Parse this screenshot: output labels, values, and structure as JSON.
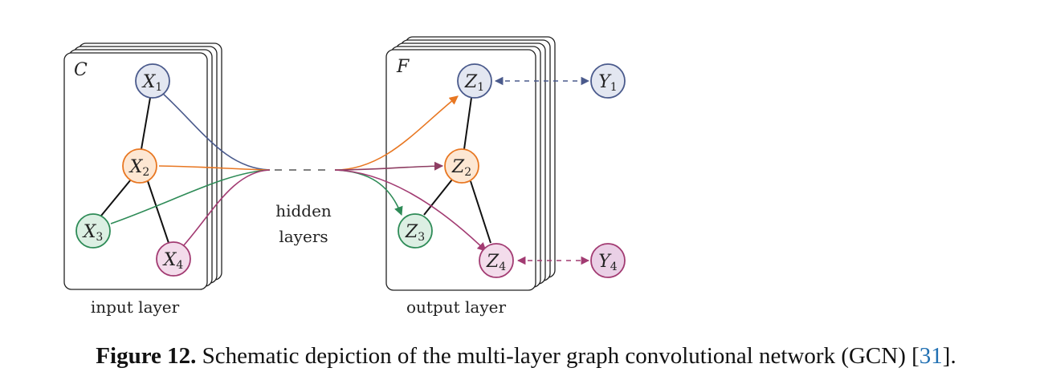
{
  "colors": {
    "x1": "#4a5a8c",
    "x1_fill": "#e3e7f1",
    "x2": "#e87722",
    "x2_fill": "#fde7d3",
    "x3": "#2e8b57",
    "x3_fill": "#dcefe3",
    "x4": "#a23b72",
    "x4_fill": "#f3dceb",
    "z2_to_z2": "#8e3e63"
  },
  "input_panel": {
    "letter": "C",
    "caption": "input layer"
  },
  "output_panel": {
    "letter": "F",
    "caption": "output layer"
  },
  "hidden": {
    "line1": "hidden",
    "line2": "layers"
  },
  "nodes": {
    "x1": {
      "base": "X",
      "sub": "1"
    },
    "x2": {
      "base": "X",
      "sub": "2"
    },
    "x3": {
      "base": "X",
      "sub": "3"
    },
    "x4": {
      "base": "X",
      "sub": "4"
    },
    "z1": {
      "base": "Z",
      "sub": "1"
    },
    "z2": {
      "base": "Z",
      "sub": "2"
    },
    "z3": {
      "base": "Z",
      "sub": "3"
    },
    "z4": {
      "base": "Z",
      "sub": "4"
    },
    "y1": {
      "base": "Y",
      "sub": "1"
    },
    "y4": {
      "base": "Y",
      "sub": "4"
    }
  },
  "caption": {
    "label": "Figure 12.",
    "text": " Schematic depiction of the multi-layer graph convolutional network (GCN) [",
    "ref": "31",
    "end": "]."
  }
}
